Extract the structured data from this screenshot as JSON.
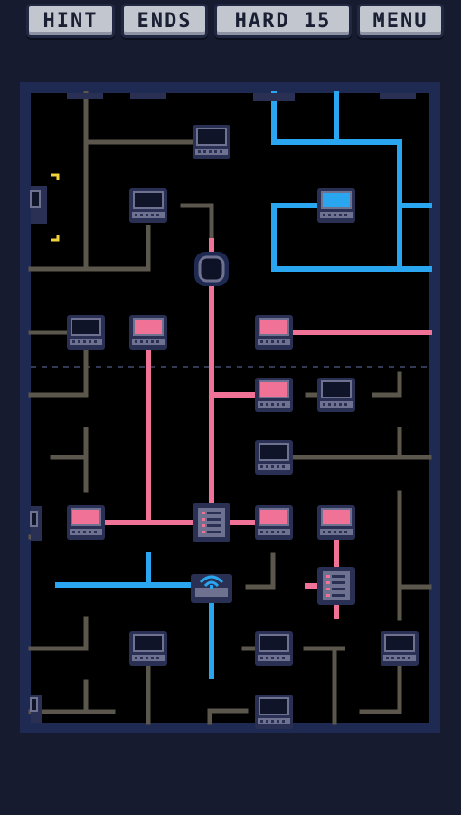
{
  "toolbar": {
    "hint_label": "HINT",
    "ends_label": "ENDS",
    "level_label": "HARD 15",
    "menu_label": "MENU"
  },
  "colors": {
    "background": "#161b30",
    "board_frame": "#1f2a52",
    "board_fill": "#000000",
    "pipe_inactive": "#5c574d",
    "pipe_pink": "#f07397",
    "pipe_blue": "#29a6ef",
    "selection": "#f0d23a"
  },
  "state": {
    "selected_tile": "left-edge-terminal",
    "connected_colors": [
      "pink",
      "blue"
    ]
  }
}
